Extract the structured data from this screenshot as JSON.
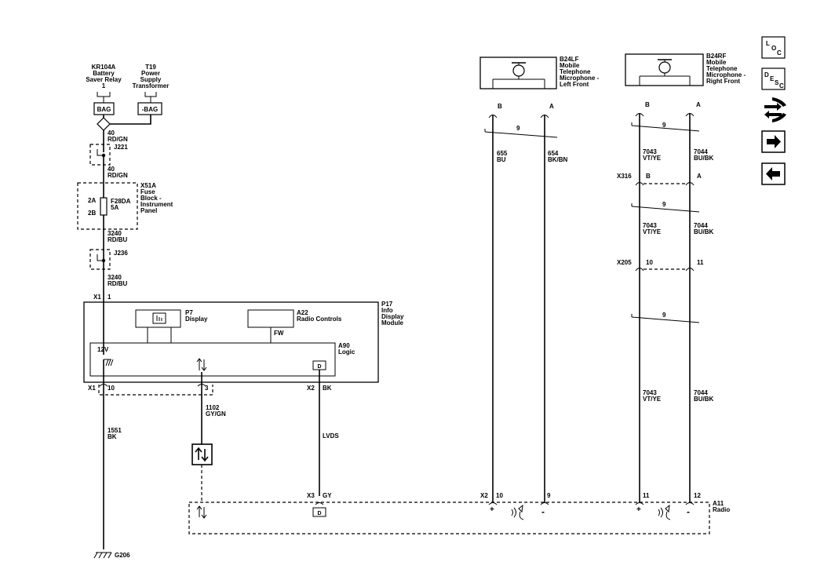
{
  "components": {
    "kr104a": {
      "id": "KR104A",
      "name1": "Battery",
      "name2": "Saver Relay",
      "pin": "1",
      "terminal": "BAG"
    },
    "t19": {
      "id": "T19",
      "name1": "Power",
      "name2": "Supply",
      "name3": "Transformer",
      "terminal": "-BAG"
    },
    "j221": "J221",
    "j236": "J236",
    "x51a": {
      "id": "X51A",
      "name1": "Fuse",
      "name2": "Block -",
      "name3": "Instrument",
      "name4": "Panel",
      "pin_in": "2A",
      "pin_out": "2B",
      "fuse": "F28DA",
      "rating": "5A"
    },
    "p17": {
      "id": "P17",
      "name1": "Info",
      "name2": "Display",
      "name3": "Module"
    },
    "p7": {
      "id": "P7",
      "name": "Display"
    },
    "a22": {
      "id": "A22",
      "name": "Radio Controls",
      "fw": "FW"
    },
    "a90": {
      "id": "A90",
      "name": "Logic",
      "v12": "12V"
    },
    "a11": {
      "id": "A11",
      "name": "Radio"
    },
    "b24lf": {
      "id": "B24LF",
      "name1": "Mobile",
      "name2": "Telephone",
      "name3": "Microphone -",
      "name4": "Left Front",
      "pin_b": "B",
      "pin_a": "A"
    },
    "b24rf": {
      "id": "B24RF",
      "name1": "Mobile",
      "name2": "Telephone",
      "name3": "Microphone -",
      "name4": "Right Front",
      "pin_b": "B",
      "pin_a": "A"
    },
    "g206": "G206"
  },
  "connectors": {
    "x1_top": "X1",
    "x1_top_pin": "1",
    "x1_bot": "X1",
    "x1_pin10": "10",
    "x1_pin3": "3",
    "x2_p17": "X2",
    "x2_p17_pin": "BK",
    "x3": "X3",
    "x3_pin": "GY",
    "x2_a11": "X2",
    "x2_a11_pin10": "10",
    "x2_a11_pin9": "9",
    "a11_pin11": "11",
    "a11_pin12": "12",
    "x316": "X316",
    "x316_pin_b": "B",
    "x316_pin_a": "A",
    "x205": "X205",
    "x205_pin10": "10",
    "x205_pin11": "11"
  },
  "wires": {
    "w40a": {
      "circuit": "40",
      "color": "RD/GN"
    },
    "w40b": {
      "circuit": "40",
      "color": "RD/GN"
    },
    "w3240a": {
      "circuit": "3240",
      "color": "RD/BU"
    },
    "w3240b": {
      "circuit": "3240",
      "color": "RD/BU"
    },
    "w1551": {
      "circuit": "1551",
      "color": "BK"
    },
    "w1102": {
      "circuit": "1102",
      "color": "GY/GN"
    },
    "lvds": "LVDS",
    "w655": {
      "circuit": "655",
      "color": "BU"
    },
    "w654": {
      "circuit": "654",
      "color": "BK/BN"
    },
    "w7043a": {
      "circuit": "7043",
      "color": "VT/YE"
    },
    "w7044a": {
      "circuit": "7044",
      "color": "BU/BK"
    },
    "w7043b": {
      "circuit": "7043",
      "color": "VT/YE"
    },
    "w7044b": {
      "circuit": "7044",
      "color": "BU/BK"
    },
    "w7043c": {
      "circuit": "7043",
      "color": "VT/YE"
    },
    "w7044c": {
      "circuit": "7044",
      "color": "BU/BK"
    },
    "twist1": "9",
    "twist2": "9",
    "twist3": "9",
    "twist4": "9"
  },
  "polarity": {
    "plus_l": "+",
    "minus_l": "-",
    "plus_r": "+",
    "minus_r": "-"
  },
  "nav": {
    "loc": {
      "l": "L",
      "o": "O",
      "c": "C"
    },
    "desc": {
      "d": "D",
      "e": "E",
      "s": "S",
      "c": "C"
    }
  }
}
